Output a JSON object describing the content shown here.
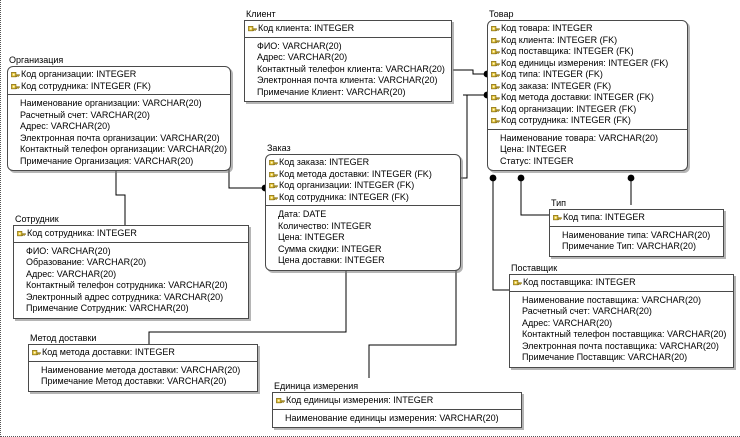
{
  "diagram": {
    "title": "ER diagram",
    "type": "entity-relationship",
    "key_icon": "primary-key-icon",
    "colors": {
      "border": "#4a4a4a",
      "text": "#000000",
      "background": "#ffffff",
      "key": "#e8c020",
      "connector": "#000000"
    }
  },
  "entities": [
    {
      "name": "Организация",
      "keys": [
        "Код организации: INTEGER",
        "Код сотрудника: INTEGER (FK)"
      ],
      "attributes": [
        "Наименование организации: VARCHAR(20)",
        "Расчетный счет: VARCHAR(20)",
        "Адрес: VARCHAR(20)",
        "Электронная почта организации: VARCHAR(20)",
        "Контактный телефон организации: VARCHAR(20)",
        "Примечание Организация: VARCHAR(20)"
      ]
    },
    {
      "name": "Клиент",
      "keys": [
        "Код клиента: INTEGER"
      ],
      "attributes": [
        "ФИО: VARCHAR(20)",
        "Адрес: VARCHAR(20)",
        "Контактный телефон клиента: VARCHAR(20)",
        "Электронная почта клиента: VARCHAR(20)",
        "Примечание Клиент: VARCHAR(20)"
      ]
    },
    {
      "name": "Товар",
      "keys": [
        "Код товара: INTEGER",
        "Код клиента: INTEGER (FK)",
        "Код поставщика: INTEGER (FK)",
        "Код единицы измерения: INTEGER (FK)",
        "Код типа: INTEGER (FK)",
        "Код заказа: INTEGER (FK)",
        "Код метода доставки: INTEGER (FK)",
        "Код организации: INTEGER (FK)",
        "Код сотрудника: INTEGER (FK)"
      ],
      "attributes": [
        "Наименование товара: VARCHAR(20)",
        "Цена: INTEGER",
        "Статус: INTEGER"
      ]
    },
    {
      "name": "Заказ",
      "keys": [
        "Код заказа: INTEGER",
        "Код метода доставки: INTEGER (FK)",
        "Код организации: INTEGER (FK)",
        "Код сотрудника: INTEGER (FK)"
      ],
      "attributes": [
        "Дата: DATE",
        "Количество: INTEGER",
        "Цена: INTEGER",
        "Сумма скидки: INTEGER",
        "Цена доставки: INTEGER"
      ]
    },
    {
      "name": "Сотрудник",
      "keys": [
        "Код сотрудника: INTEGER"
      ],
      "attributes": [
        "ФИО: VARCHAR(20)",
        "Образование: VARCHAR(20)",
        "Адрес: VARCHAR(20)",
        "Контактный телефон сотрудника: VARCHAR(20)",
        "Электронный адрес сотрудника: VARCHAR(20)",
        "Примечание Сотрудник: VARCHAR(20)"
      ]
    },
    {
      "name": "Тип",
      "keys": [
        "Код типа: INTEGER"
      ],
      "attributes": [
        "Наименование типа: VARCHAR(20)",
        "Примечание Тип: VARCHAR(20)"
      ]
    },
    {
      "name": "Поставщик",
      "keys": [
        "Код поставщика: INTEGER"
      ],
      "attributes": [
        "Наименование поставщика: VARCHAR(20)",
        "Расчетный счет: VARCHAR(20)",
        "Адрес: VARCHAR(20)",
        "Контактный телефон поставщика: VARCHAR(20)",
        "Электронная почта поставщика: VARCHAR(20)",
        "Примечание Поставщик: VARCHAR(20)"
      ]
    },
    {
      "name": "Метод доставки",
      "keys": [
        "Код метода доставки: INTEGER"
      ],
      "attributes": [
        "Наименование метода доставки: VARCHAR(20)",
        "Примечание Метод доставки: VARCHAR(20)"
      ]
    },
    {
      "name": "Единица измерения",
      "keys": [
        "Код единицы измерения: INTEGER"
      ],
      "attributes": [
        "Наименование единицы измерения: VARCHAR(20)"
      ]
    }
  ]
}
